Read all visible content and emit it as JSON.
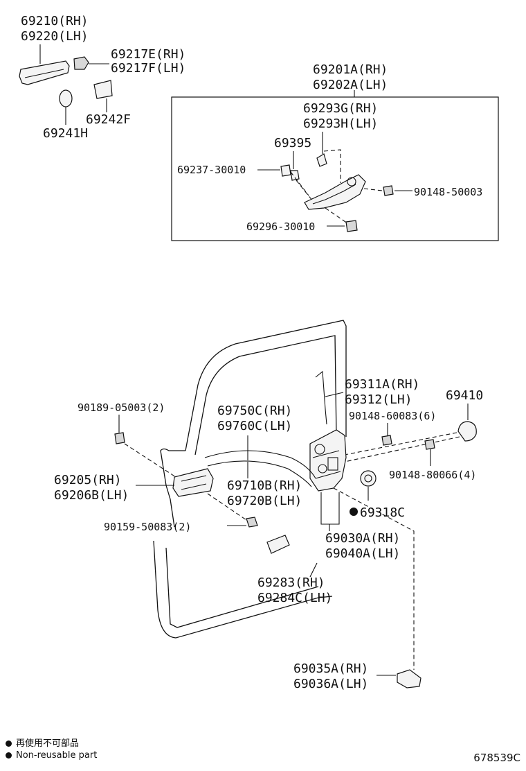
{
  "labels": {
    "l69210": "69210(RH)",
    "l69220": "69220(LH)",
    "l69217e": "69217E(RH)",
    "l69217f": "69217F(LH)",
    "l69242f": "69242F",
    "l69241h": "69241H",
    "l69201a": "69201A(RH)",
    "l69202a": "69202A(LH)",
    "l69293g": "69293G(RH)",
    "l69293h": "69293H(LH)",
    "l69395": "69395",
    "l69237": "69237-30010",
    "l90148_50003": "90148-50003",
    "l69296": "69296-30010",
    "l69311a": "69311A(RH)",
    "l69312": "69312(LH)",
    "l69410": "69410",
    "l90189": "90189-05003(2)",
    "l69750c": "69750C(RH)",
    "l69760c": "69760C(LH)",
    "l90148_60083": "90148-60083(6)",
    "l90148_80066": "90148-80066(4)",
    "l69205": "69205(RH)",
    "l69206b": "69206B(LH)",
    "l69710b": "69710B(RH)",
    "l69720b": "69720B(LH)",
    "l69318c": "69318C",
    "l90159": "90159-50083(2)",
    "l69030a": "69030A(RH)",
    "l69040a": "69040A(LH)",
    "l69283": "69283(RH)",
    "l69284c": "69284C(LH)",
    "l69035a": "69035A(RH)",
    "l69036a": "69036A(LH)"
  },
  "legend": {
    "line1": "再使用不可部品",
    "line2": "Non-reusable part"
  },
  "ref_code": "678539C"
}
